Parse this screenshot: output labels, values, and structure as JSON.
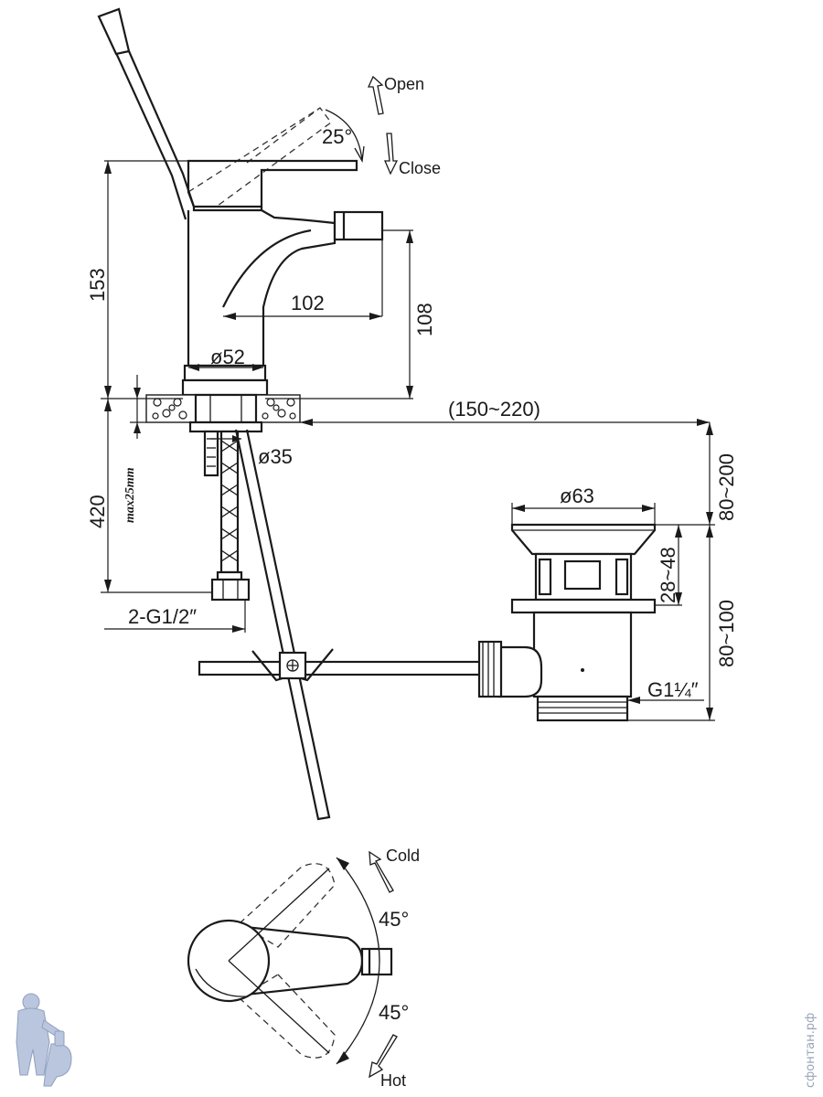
{
  "labels": {
    "open": "Open",
    "close": "Close",
    "angle_lever": "25°",
    "dim_153": "153",
    "dim_102": "102",
    "dim_108": "108",
    "dim_d52": "ø52",
    "dim_150_220": "(150~220)",
    "dim_d35": "ø35",
    "dim_420": "420",
    "max25": "max25mm",
    "thread_g12": "2-G1/2″",
    "dim_d63": "ø63",
    "dim_80_200": "80~200",
    "dim_28_48": "28~48",
    "dim_80_100": "80~100",
    "thread_g114": "G1¼″",
    "cold": "Cold",
    "hot": "Hot",
    "angle_cold": "45°",
    "angle_hot": "45°"
  },
  "watermark": "сфонтан.рф",
  "colors": {
    "line": "#1a1a1a",
    "background": "#ffffff",
    "watermark": "#9aa4b8"
  },
  "icons": {
    "logo": "plumber-mascot-icon"
  }
}
